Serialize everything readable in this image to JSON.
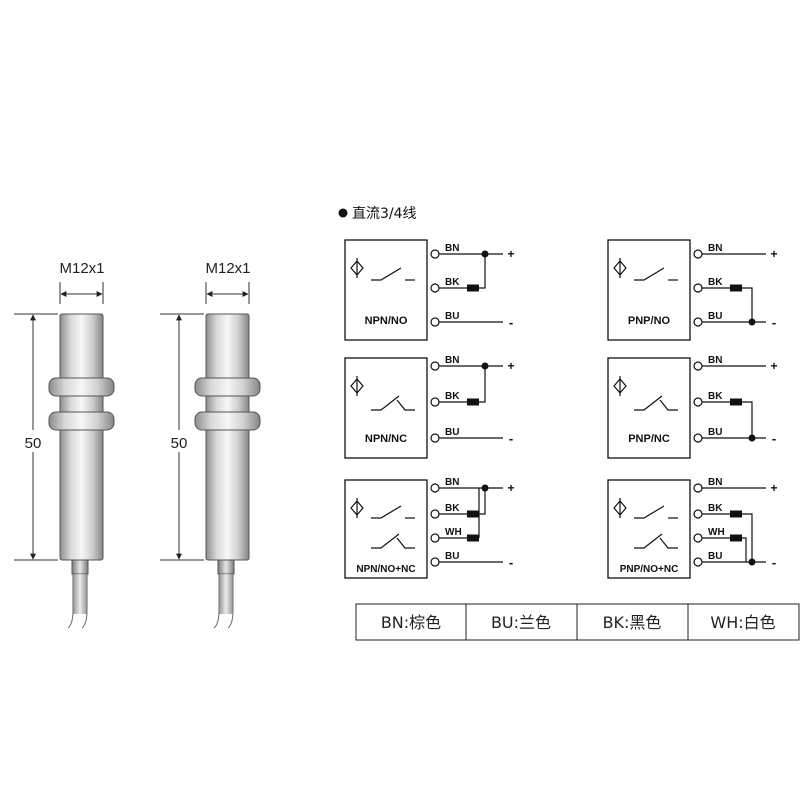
{
  "sensors": [
    {
      "thread": "M12x1",
      "length": "50"
    },
    {
      "thread": "M12x1",
      "length": "50"
    }
  ],
  "section_title": "直流3/4线",
  "circuits": [
    {
      "label": "NPN/NO",
      "wires": [
        "BN",
        "BK",
        "BU"
      ],
      "polarity": [
        "+",
        "-"
      ]
    },
    {
      "label": "PNP/NO",
      "wires": [
        "BN",
        "BK",
        "BU"
      ],
      "polarity": [
        "+",
        "-"
      ]
    },
    {
      "label": "NPN/NC",
      "wires": [
        "BN",
        "BK",
        "BU"
      ],
      "polarity": [
        "+",
        "-"
      ]
    },
    {
      "label": "PNP/NC",
      "wires": [
        "BN",
        "BK",
        "BU"
      ],
      "polarity": [
        "+",
        "-"
      ]
    },
    {
      "label": "NPN/NO+NC",
      "wires": [
        "BN",
        "BK",
        "WH",
        "BU"
      ],
      "polarity": [
        "+",
        "-"
      ]
    },
    {
      "label": "PNP/NO+NC",
      "wires": [
        "BN",
        "BK",
        "WH",
        "BU"
      ],
      "polarity": [
        "+",
        "-"
      ]
    }
  ],
  "legend": [
    "BN:棕色",
    "BU:兰色",
    "BK:黑色",
    "WH:白色"
  ]
}
